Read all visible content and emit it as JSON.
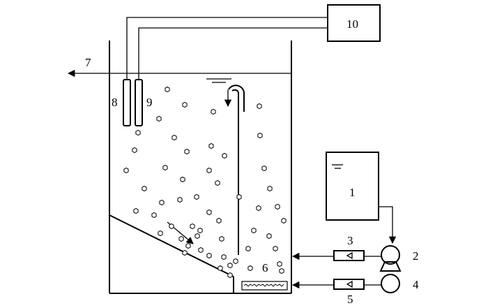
{
  "labels": {
    "influent_tank": "1",
    "feed_pump": "2",
    "feed_flowmeter": "3",
    "air_pump": "4",
    "air_flowmeter": "5",
    "diffuser": "6",
    "effluent": "7",
    "probe_8": "8",
    "probe_9": "9",
    "controller": "10"
  }
}
